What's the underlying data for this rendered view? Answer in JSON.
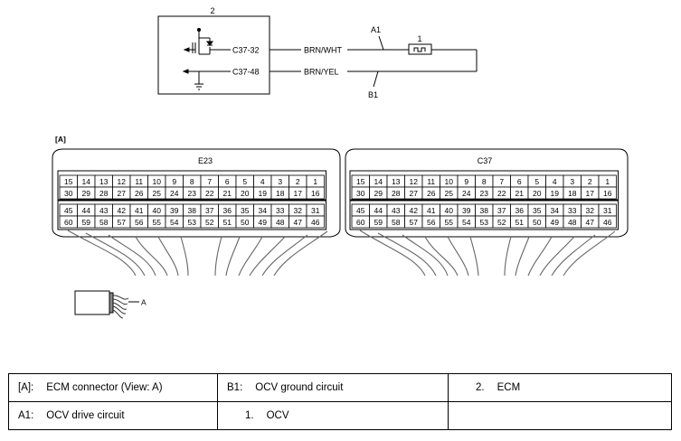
{
  "circuit": {
    "ecm_number": "2",
    "ocv_number": "1",
    "pin_upper": "C37-32",
    "pin_lower": "C37-48",
    "wire_upper": "BRN/WHT",
    "wire_lower": "BRN/YEL",
    "label_a1": "A1",
    "label_b1": "B1"
  },
  "connector": {
    "view_tag": "[A]",
    "view_arrow_label": "A",
    "blocks": [
      {
        "name": "E23",
        "rows": [
          [
            "15",
            "14",
            "13",
            "12",
            "11",
            "10",
            "9",
            "8",
            "7",
            "6",
            "5",
            "4",
            "3",
            "2",
            "1"
          ],
          [
            "30",
            "29",
            "28",
            "27",
            "26",
            "25",
            "24",
            "23",
            "22",
            "21",
            "20",
            "19",
            "18",
            "17",
            "16"
          ],
          [
            "45",
            "44",
            "43",
            "42",
            "41",
            "40",
            "39",
            "38",
            "37",
            "36",
            "35",
            "34",
            "33",
            "32",
            "31"
          ],
          [
            "60",
            "59",
            "58",
            "57",
            "56",
            "55",
            "54",
            "53",
            "52",
            "51",
            "50",
            "49",
            "48",
            "47",
            "46"
          ]
        ]
      },
      {
        "name": "C37",
        "rows": [
          [
            "15",
            "14",
            "13",
            "12",
            "11",
            "10",
            "9",
            "8",
            "7",
            "6",
            "5",
            "4",
            "3",
            "2",
            "1"
          ],
          [
            "30",
            "29",
            "28",
            "27",
            "26",
            "25",
            "24",
            "23",
            "22",
            "21",
            "20",
            "19",
            "18",
            "17",
            "16"
          ],
          [
            "45",
            "44",
            "43",
            "42",
            "41",
            "40",
            "39",
            "38",
            "37",
            "36",
            "35",
            "34",
            "33",
            "32",
            "31"
          ],
          [
            "60",
            "59",
            "58",
            "57",
            "56",
            "55",
            "54",
            "53",
            "52",
            "51",
            "50",
            "49",
            "48",
            "47",
            "46"
          ]
        ]
      }
    ]
  },
  "legend": {
    "r1c1_key": "[A]:",
    "r1c1_val": "ECM connector (View: A)",
    "r1c2_key": "B1:",
    "r1c2_val": "OCV ground circuit",
    "r1c3_key": "2.",
    "r1c3_val": "ECM",
    "r2c1_key": "A1:",
    "r2c1_val": "OCV drive circuit",
    "r2c2_key": "1.",
    "r2c2_val": "OCV"
  }
}
